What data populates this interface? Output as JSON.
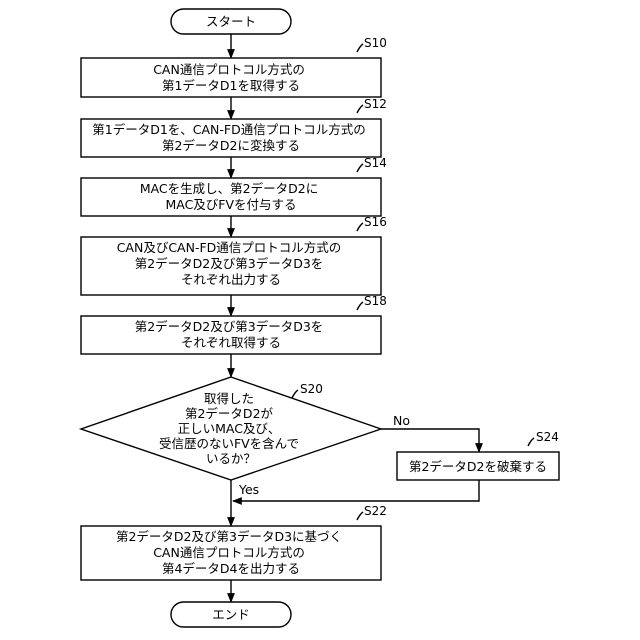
{
  "start": {
    "label": "スタート"
  },
  "end": {
    "label": "エンド"
  },
  "steps": {
    "s10": {
      "id": "S10",
      "lines": [
        "CAN通信プロトコル方式の",
        "第1データD1を取得する"
      ]
    },
    "s12": {
      "id": "S12",
      "lines": [
        "第1データD1を、CAN-FD通信プロトコル方式の",
        "第2データD2に変換する"
      ]
    },
    "s14": {
      "id": "S14",
      "lines": [
        "MACを生成し、第2データD2に",
        "MAC及びFVを付与する"
      ]
    },
    "s16": {
      "id": "S16",
      "lines": [
        "CAN及びCAN-FD通信プロトコル方式の",
        "第2データD2及び第3データD3を",
        "それぞれ出力する"
      ]
    },
    "s18": {
      "id": "S18",
      "lines": [
        "第2データD2及び第3データD3を",
        "それぞれ取得する"
      ]
    },
    "s20": {
      "id": "S20",
      "lines": [
        "取得した",
        "第2データD2が",
        "正しいMAC及び、",
        "受信歴のないFVを含んで",
        "いるか？"
      ]
    },
    "s24": {
      "id": "S24",
      "lines": [
        "第2データD2を破棄する"
      ]
    },
    "s22": {
      "id": "S22",
      "lines": [
        "第2データD2及び第3データD3に基づく",
        "CAN通信プロトコル方式の",
        "第4データD4を出力する"
      ]
    }
  },
  "branches": {
    "no": "No",
    "yes": "Yes"
  }
}
